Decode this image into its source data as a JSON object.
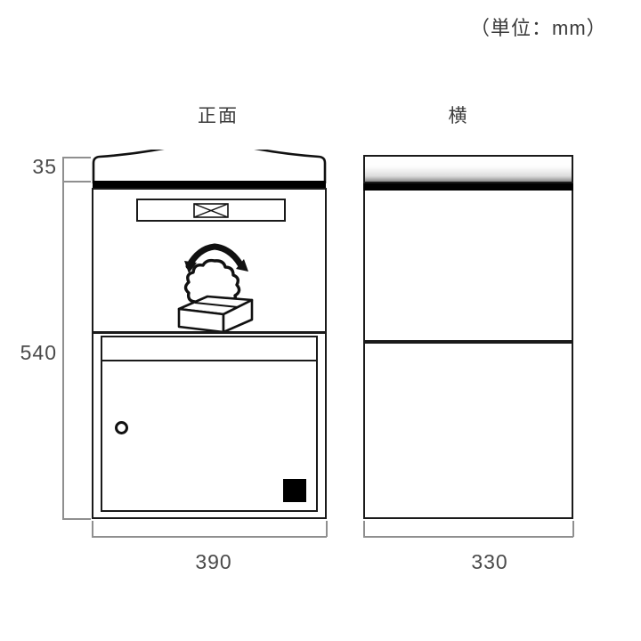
{
  "drawing": {
    "unit_note": "（単位：mm）",
    "views": {
      "front_label": "正面",
      "side_label": "横"
    },
    "dimensions": {
      "hood_height": "35",
      "body_height": "540",
      "front_width": "390",
      "side_depth": "330"
    },
    "icons": {
      "envelope": "envelope-icon",
      "delivery": "delivery-person-package-icon",
      "lock": "lock-keyhole-icon",
      "handle": "door-handle-icon"
    },
    "colors": {
      "outline": "#1a1a1a",
      "dimension_line": "#8f8f8f",
      "text": "#3b3b3b",
      "accent_black": "#000000"
    }
  }
}
